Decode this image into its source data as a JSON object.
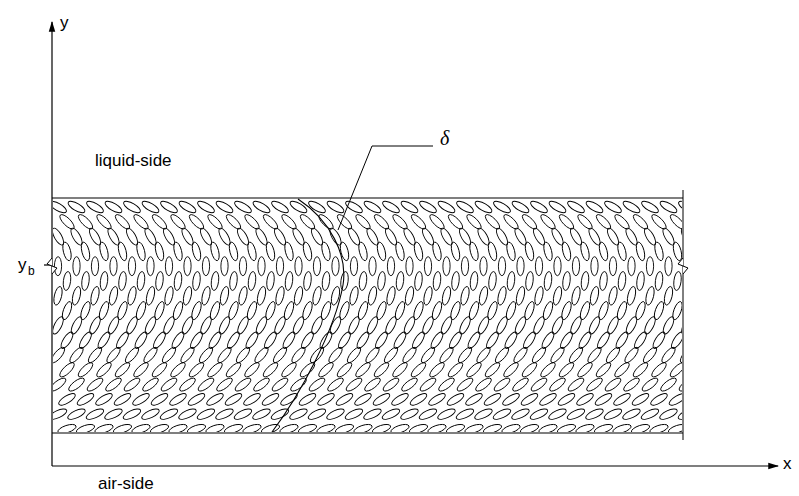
{
  "diagram": {
    "labels": [
      "y",
      "x",
      "δ",
      "liquid-side",
      "y",
      "b",
      "air-side"
    ]
  }
}
